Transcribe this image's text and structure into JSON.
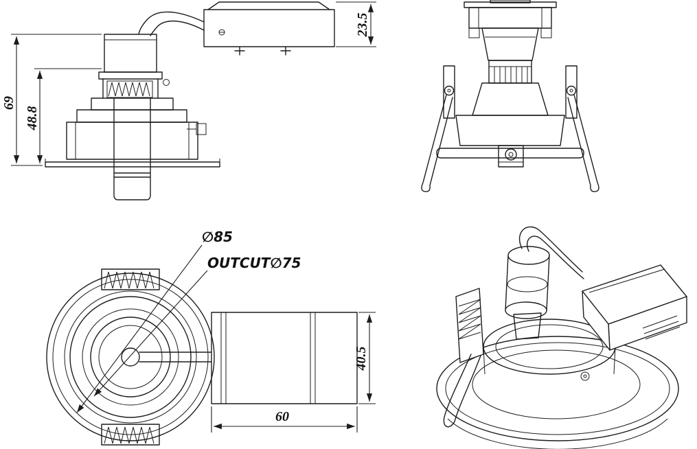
{
  "dims": {
    "total_height": "69",
    "body_height": "48.8",
    "box_height": "23.5",
    "trim_diameter": "∅85",
    "outcut": "OUTCUT∅75",
    "can_depth": "60",
    "can_height": "40.5"
  },
  "style": {
    "line_color": "#1c1c1c",
    "background": "#ffffff"
  }
}
